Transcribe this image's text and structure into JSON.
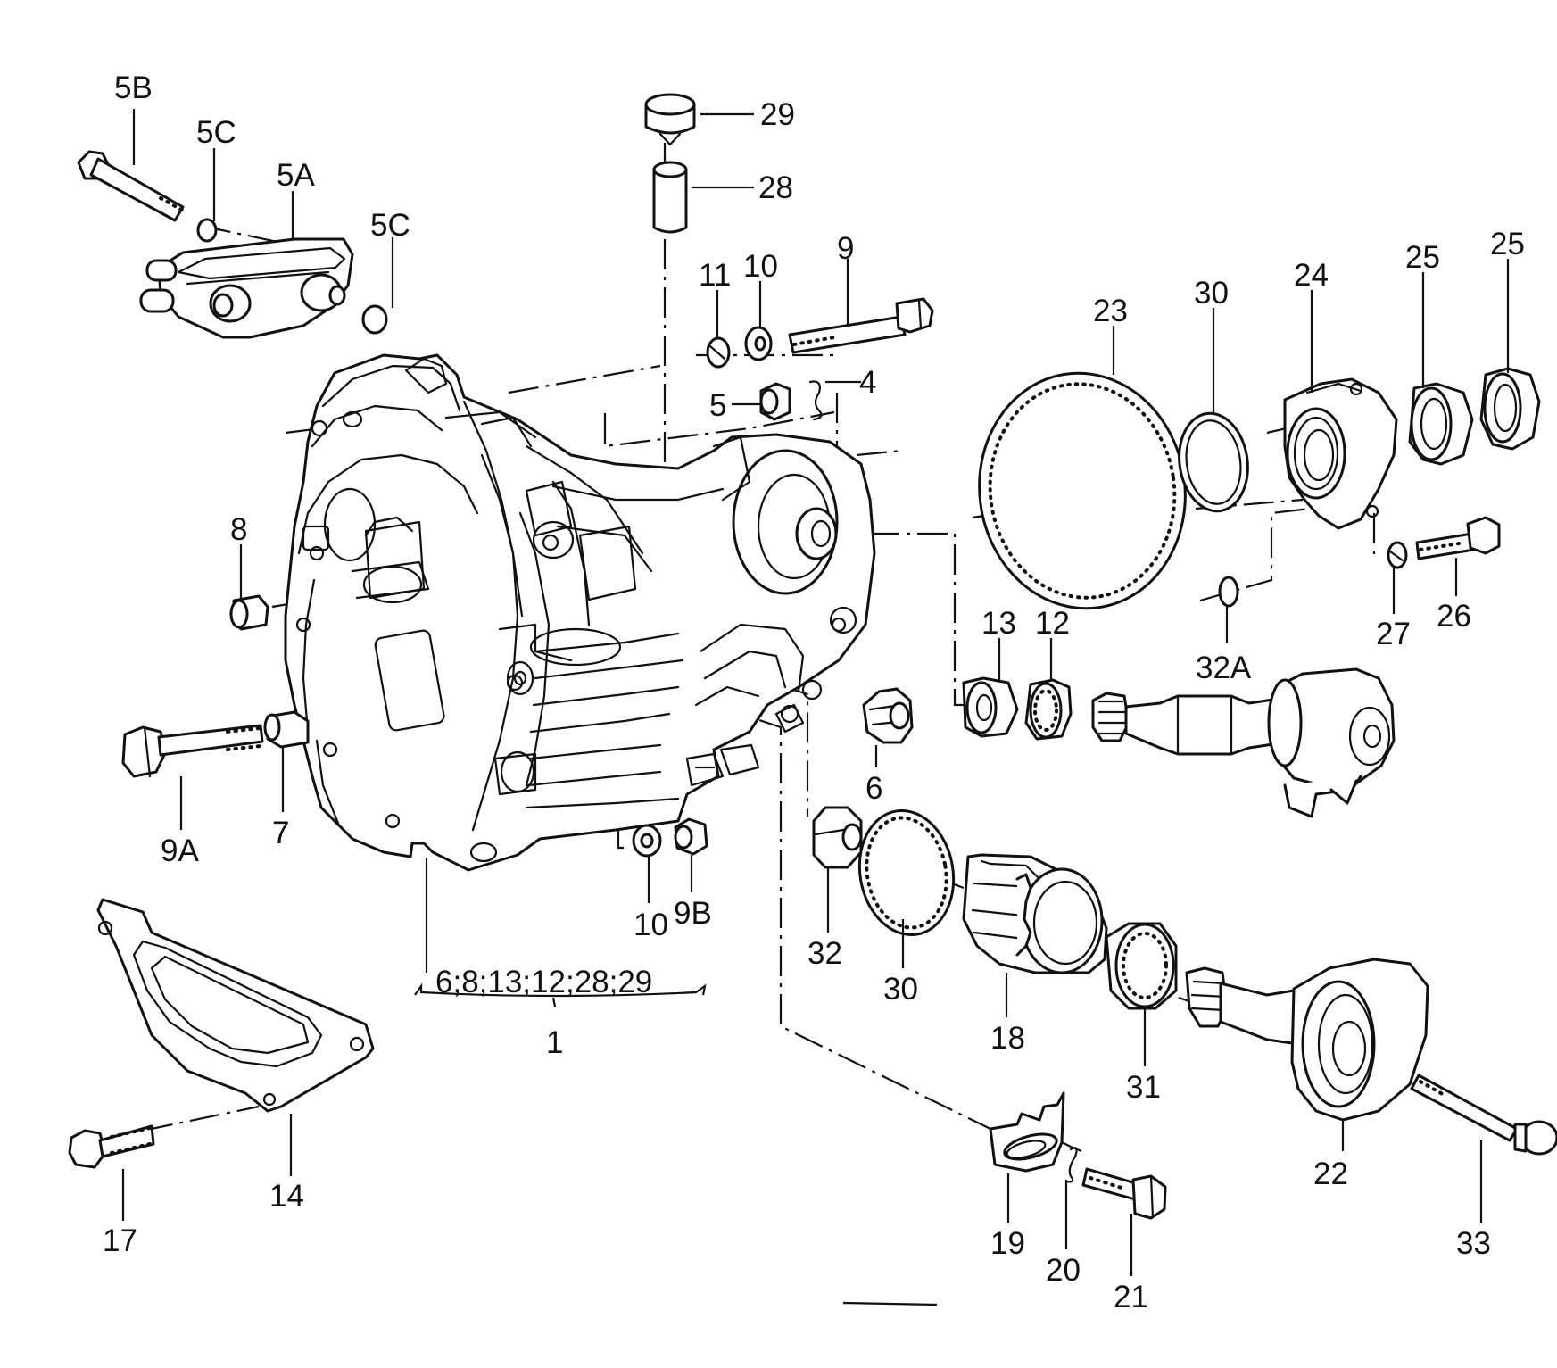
{
  "callouts": {
    "c_5B": "5B",
    "c_5C_a": "5C",
    "c_5A": "5A",
    "c_5C_b": "5C",
    "c_29": "29",
    "c_28": "28",
    "c_11": "11",
    "c_10_top": "10",
    "c_9": "9",
    "c_5": "5",
    "c_4": "4",
    "c_8": "8",
    "c_23": "23",
    "c_30_top": "30",
    "c_24": "24",
    "c_25_a": "25",
    "c_25_b": "25",
    "c_13": "13",
    "c_12": "12",
    "c_32A": "32A",
    "c_27": "27",
    "c_26": "26",
    "c_6": "6",
    "c_9A": "9A",
    "c_7": "7",
    "c_10_bot": "10",
    "c_9B": "9B",
    "c_32": "32",
    "c_30_bot": "30",
    "c_18": "18",
    "c_31": "31",
    "c_22": "22",
    "c_33": "33",
    "c_1": "1",
    "c_14": "14",
    "c_17": "17",
    "c_19": "19",
    "c_20": "20",
    "c_21": "21",
    "c_group": "6;8;13;12;28;29"
  },
  "colors": {
    "ink": "#111111",
    "paper": "#ffffff"
  }
}
